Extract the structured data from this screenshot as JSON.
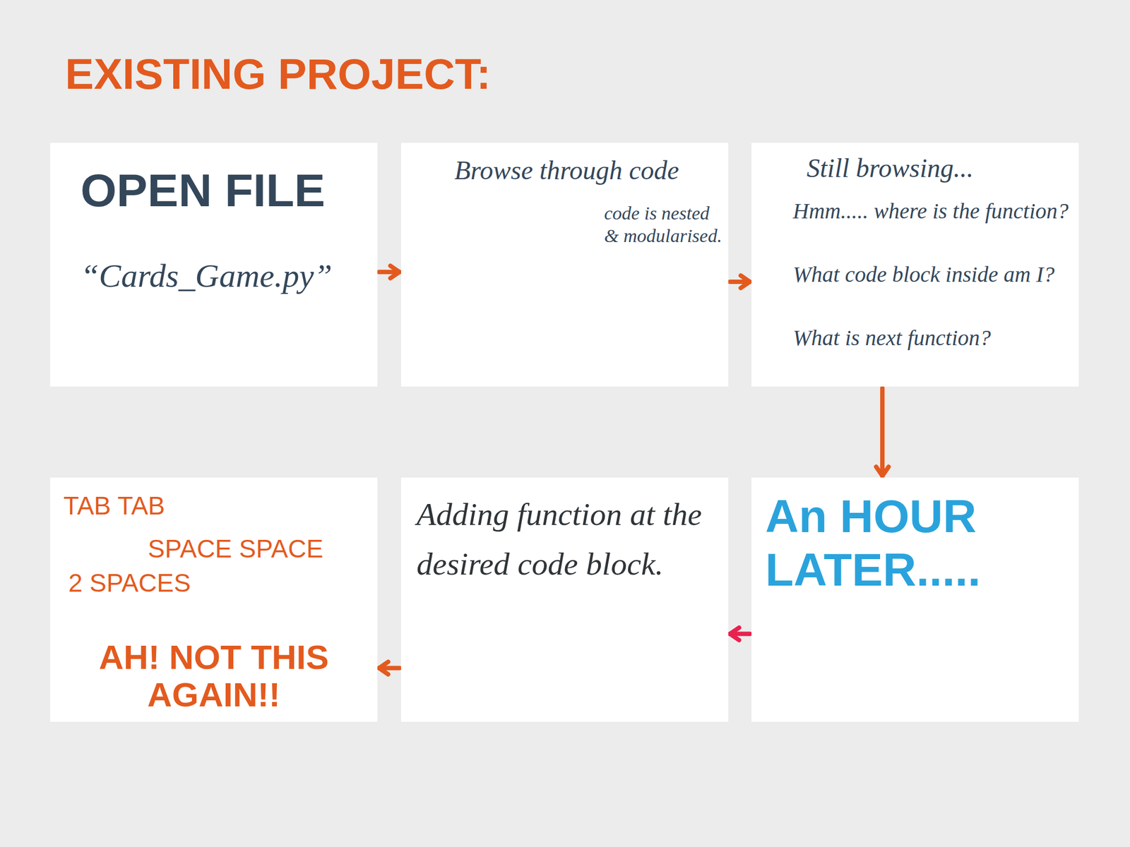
{
  "diagram": {
    "title": "EXISTING PROJECT:",
    "nodes": [
      {
        "text": [
          "OPEN FILE",
          "“Cards_Game.py”"
        ]
      },
      {
        "text": [
          "Browse through code",
          "code is nested & modularised."
        ]
      },
      {
        "text": [
          "Still browsing...",
          "Hmm..... where is the function?",
          "What code block inside am I?",
          "What is next function?"
        ]
      },
      {
        "text": [
          "TAB TAB",
          "SPACE SPACE",
          "2 SPACES",
          "AH! NOT THIS AGAIN!!"
        ]
      },
      {
        "text": [
          "Adding function at the desired code block."
        ]
      },
      {
        "text": [
          "An HOUR LATER....."
        ]
      }
    ],
    "edges": [
      {
        "from": 0,
        "to": 1,
        "arrow": "to"
      },
      {
        "from": 1,
        "to": 2,
        "arrow": "to"
      },
      {
        "from": 2,
        "to": 5,
        "arrow": "to"
      },
      {
        "from": 5,
        "to": 4,
        "arrow": "to"
      },
      {
        "from": 4,
        "to": 3,
        "arrow": "to"
      }
    ]
  }
}
